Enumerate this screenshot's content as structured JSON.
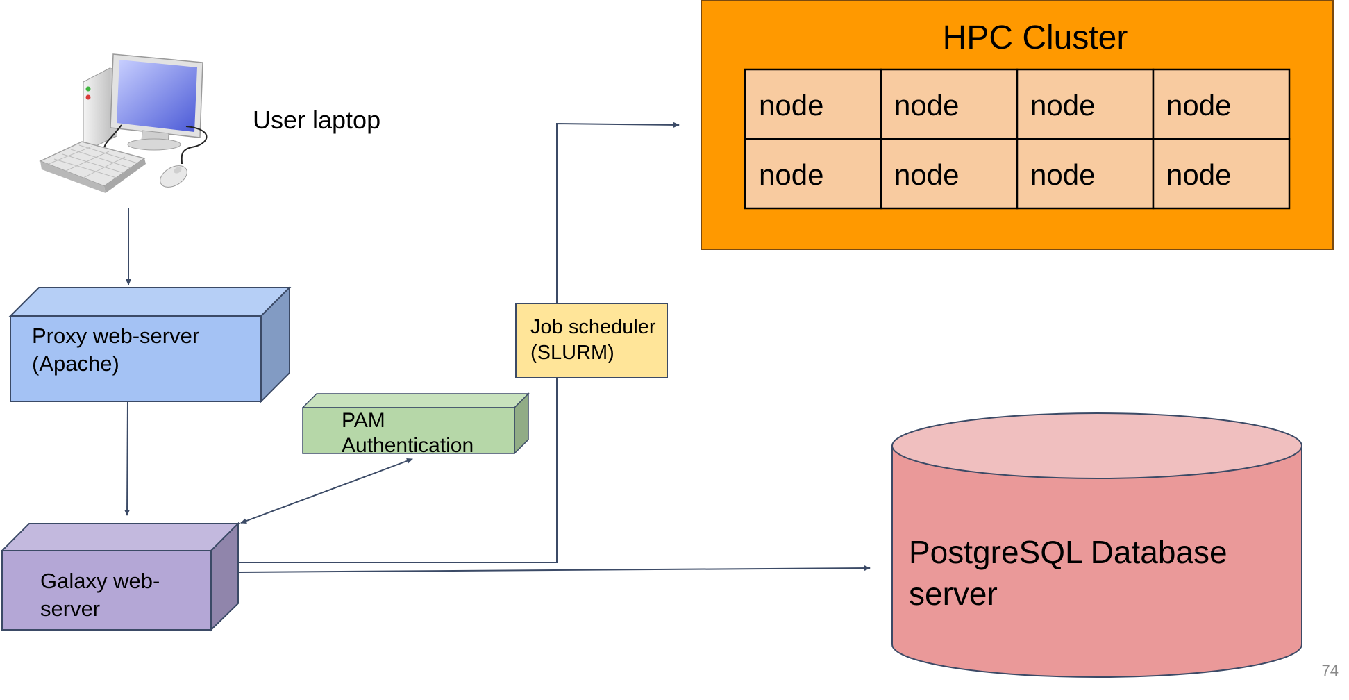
{
  "user_laptop": {
    "label": "User laptop"
  },
  "proxy_server": {
    "line1": "Proxy web-server",
    "line2": "(Apache)"
  },
  "galaxy_server": {
    "line1": "Galaxy web-",
    "line2": "server"
  },
  "pam": {
    "line1": "PAM",
    "line2": "Authentication"
  },
  "scheduler": {
    "line1": "Job scheduler",
    "line2": "(SLURM)"
  },
  "hpc": {
    "title": "HPC Cluster",
    "nodes": [
      "node",
      "node",
      "node",
      "node",
      "node",
      "node",
      "node",
      "node"
    ]
  },
  "database": {
    "line1": "PostgreSQL Database",
    "line2": "server"
  },
  "slide_number": "74",
  "colors": {
    "proxy_front": "#a4c2f4",
    "proxy_top": "#b6cff6",
    "proxy_side": "#829bc3",
    "galaxy_front": "#b4a7d6",
    "galaxy_top": "#c3b9de",
    "galaxy_side": "#9085ab",
    "pam_front": "#b6d7a8",
    "pam_side": "#91ac86",
    "scheduler_fill": "#ffe599",
    "hpc_fill": "#ff9900",
    "node_fill": "#f8cba0",
    "db_body": "#ea9999",
    "db_top": "#f0bfbf",
    "line": "#3b4a66"
  }
}
